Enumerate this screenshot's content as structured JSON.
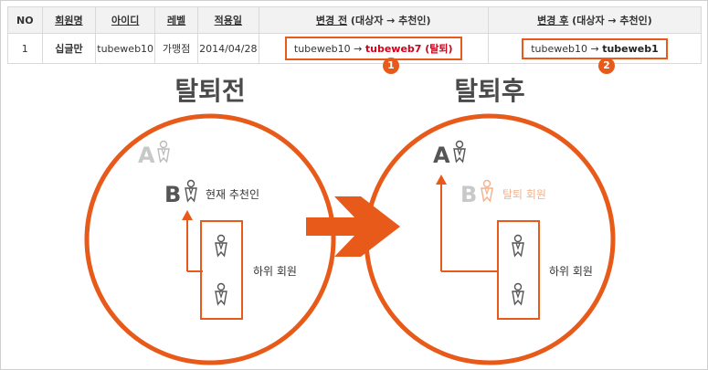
{
  "table": {
    "headers": [
      "NO",
      "회원명",
      "아이디",
      "레벨",
      "적용일",
      "변경 전",
      "(대상자 → 추천인)",
      "변경 후",
      "(대상자 → 추천인)"
    ],
    "row": {
      "no": "1",
      "name": "십글만",
      "id": "tubeweb10",
      "level": "가맹점",
      "date": "2014/04/28",
      "before_prefix": "tubeweb10 →",
      "before_target": "tubeweb7 (탈퇴)",
      "after_prefix": "tubeweb10 →",
      "after_target": "tubeweb1"
    }
  },
  "badges": [
    "1",
    "2"
  ],
  "diagram": {
    "left_title": "탈퇴전",
    "right_title": "탈퇴후",
    "letter_a": "A",
    "letter_b": "B",
    "label_current_referrer": "현재 추천인",
    "label_withdrawn": "탈퇴 회원",
    "label_sub_members_left": "하위 회원",
    "label_sub_members_right": "하위 회원"
  },
  "colors": {
    "accent": "#e85a1a",
    "red_text": "#d0021b",
    "gray_letter": "#c8c8c8",
    "dark_letter": "#555555",
    "faded_orange": "#f4b08a"
  },
  "icons": [
    "person-icon",
    "arrow-right-icon"
  ]
}
